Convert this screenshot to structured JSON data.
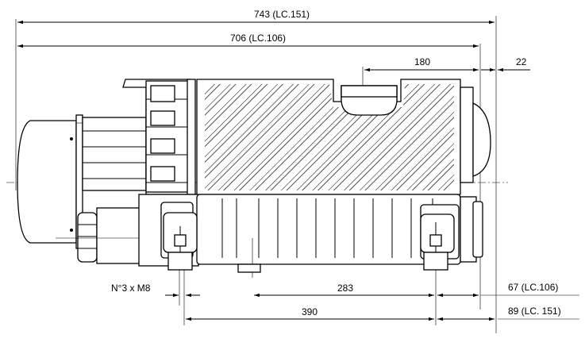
{
  "dimensions": {
    "overall_lc151": "743 (LC.151)",
    "overall_lc106": "706 (LC.106)",
    "inlet_offset": "180",
    "end_clearance": "22",
    "mount_holes": "N°3 x M8",
    "foot_spacing_inner": "283",
    "foot_spacing_outer": "390",
    "rear_offset_lc106": "67 (LC.106)",
    "rear_offset_lc151": "89 (LC. 151)"
  }
}
